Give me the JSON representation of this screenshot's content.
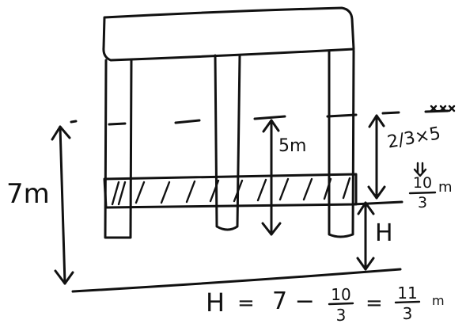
{
  "labels": {
    "total_height": "7m",
    "water_depth": "5m",
    "two_thirds_expr": "2/3×5",
    "ten_over_three": {
      "num": "10",
      "den": "3",
      "unit": "m"
    },
    "H_label": "H",
    "equation": {
      "lhs": "H",
      "eq1": "=",
      "seven_minus": "7 −",
      "frac1_num": "10",
      "frac1_den": "3",
      "eq2": "=",
      "frac2_num": "11",
      "frac2_den": "3",
      "unit": "m"
    }
  },
  "colors": {
    "ink": "#111111",
    "background": "#ffffff"
  }
}
